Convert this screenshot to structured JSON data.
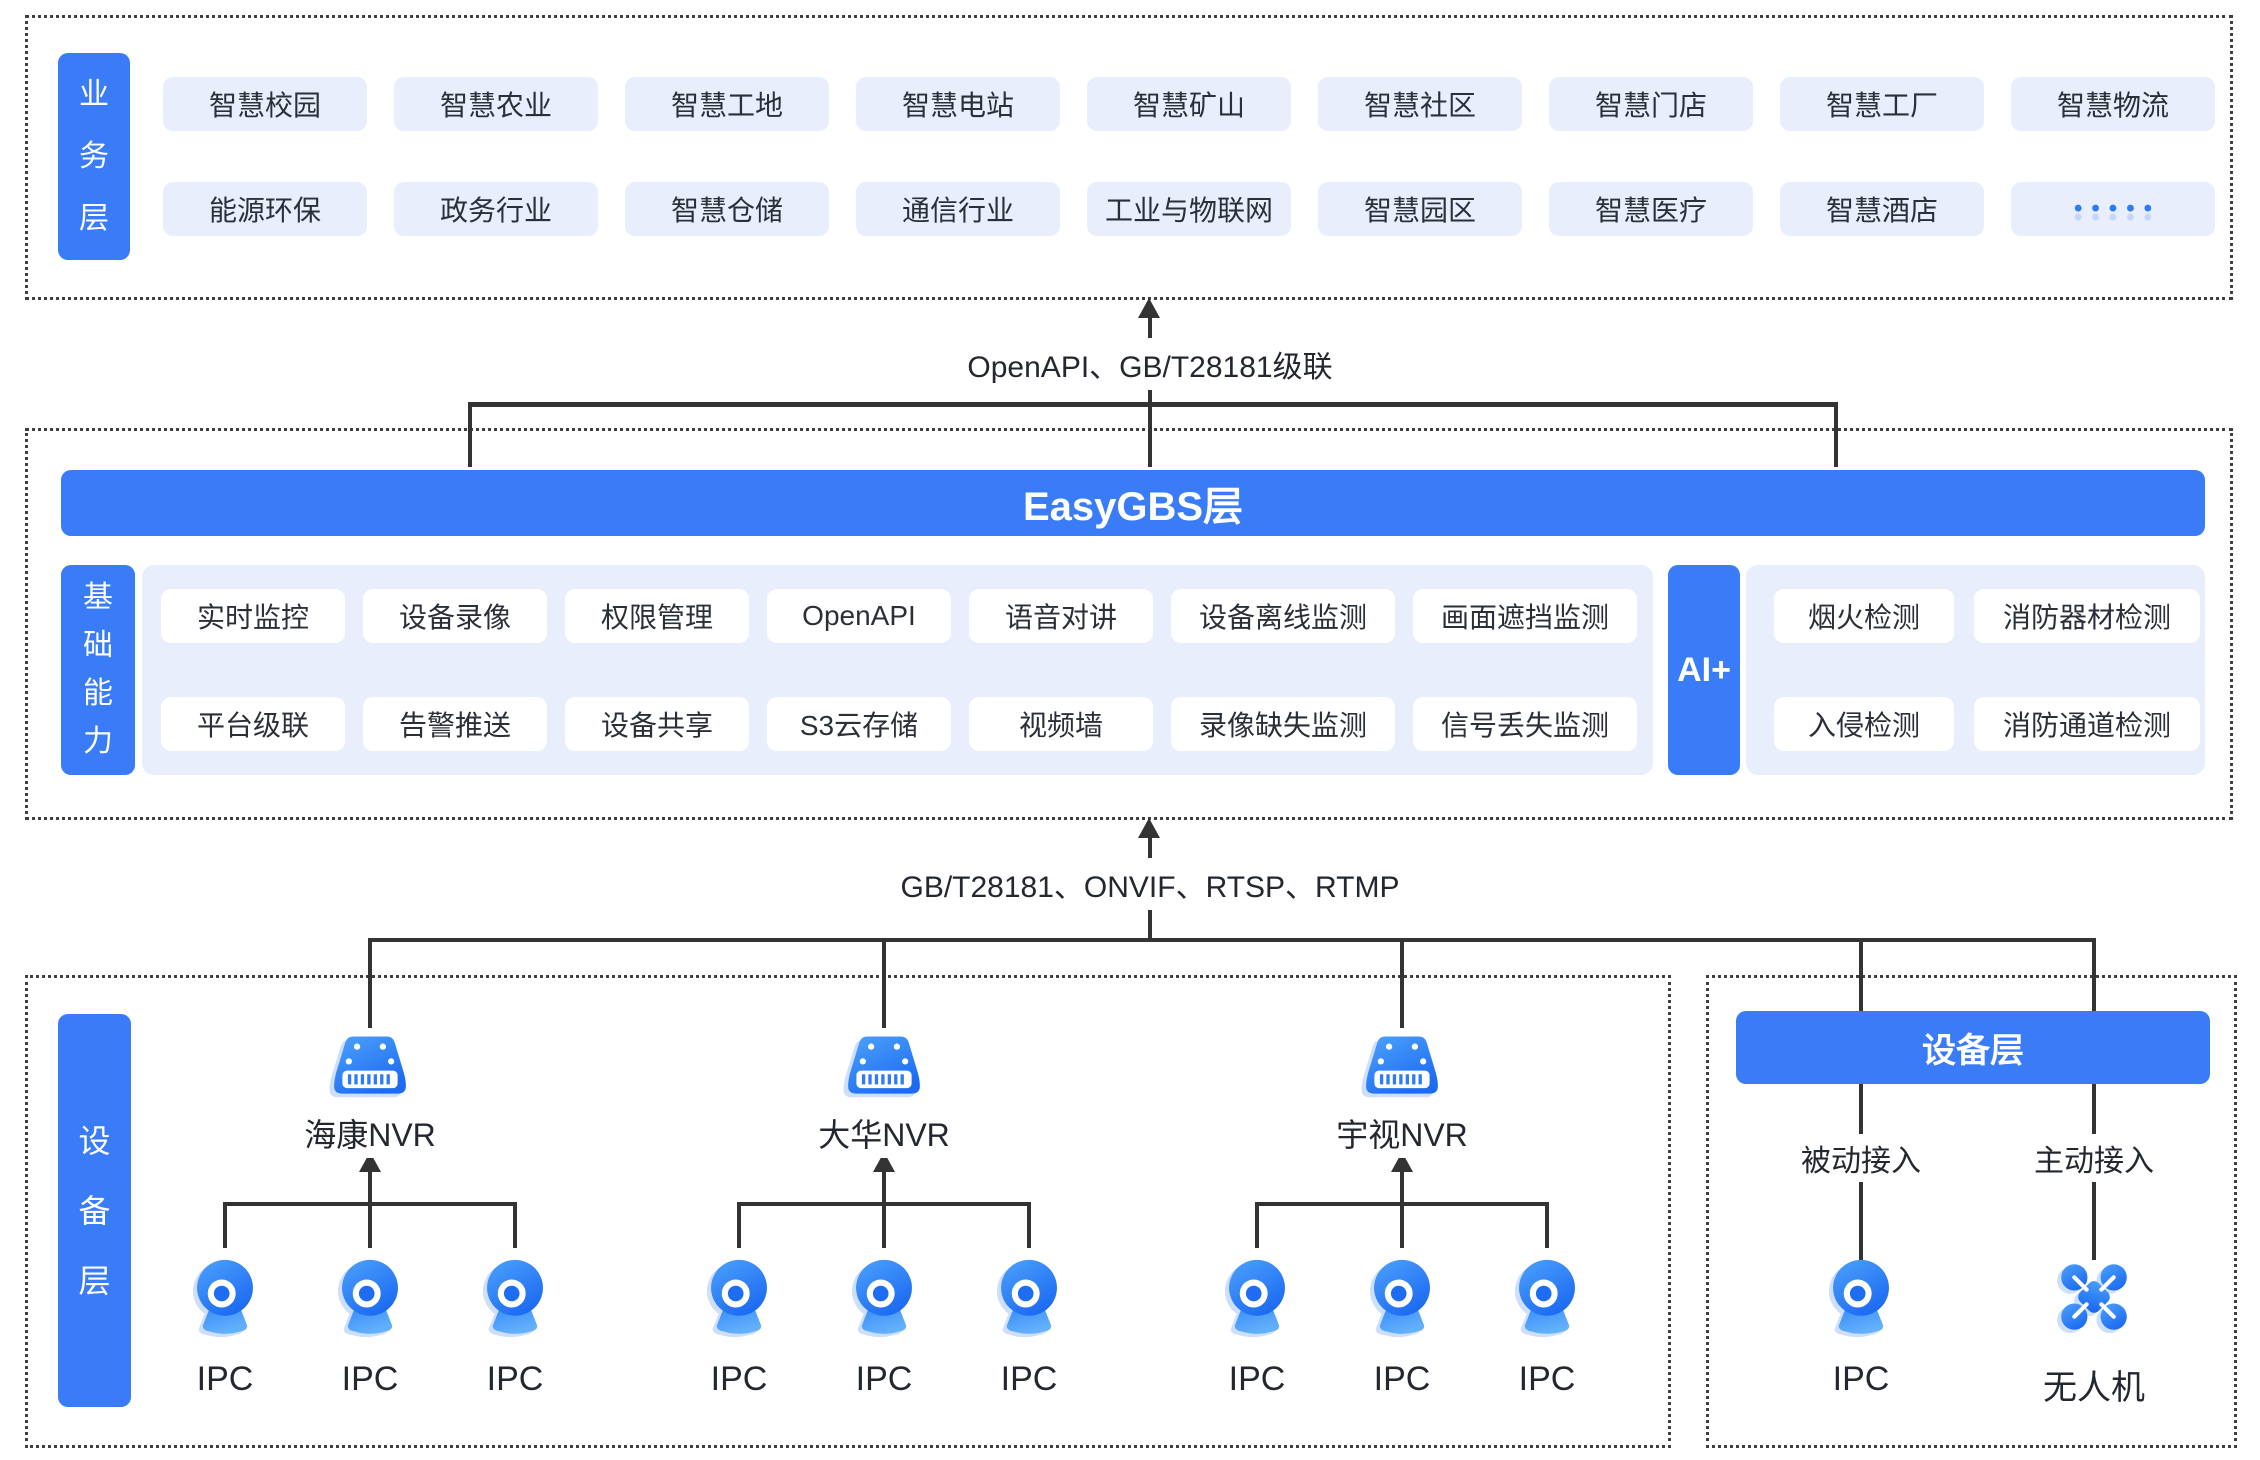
{
  "colors": {
    "accent": "#3a7cf7",
    "panel": "#e9eefc",
    "tag_light": "#e9eefc",
    "tag_white": "#ffffff",
    "line": "#333333",
    "text": "#2b3038",
    "icon_blue_light": "#4da2fb",
    "icon_blue_deep": "#1d6bf2",
    "icon_shadow": "#cddffc"
  },
  "business": {
    "label_chars": [
      "业",
      "务",
      "层"
    ],
    "rows": [
      [
        "智慧校园",
        "智慧农业",
        "智慧工地",
        "智慧电站",
        "智慧矿山",
        "智慧社区",
        "智慧门店",
        "智慧工厂",
        "智慧物流"
      ],
      [
        "能源环保",
        "政务行业",
        "智慧仓储",
        "通信行业",
        "工业与物联网",
        "智慧园区",
        "智慧医疗",
        "智慧酒店",
        "•••••"
      ]
    ]
  },
  "connectors": {
    "top": "OpenAPI、GB/T28181级联",
    "bottom": "GB/T28181、ONVIF、RTSP、RTMP"
  },
  "easygbs": {
    "title": "EasyGBS层"
  },
  "capabilities": {
    "label_chars": [
      "基",
      "础",
      "能",
      "力"
    ],
    "rows": [
      [
        "实时监控",
        "设备录像",
        "权限管理",
        "OpenAPI",
        "语音对讲",
        "设备离线监测",
        "画面遮挡监测"
      ],
      [
        "平台级联",
        "告警推送",
        "设备共享",
        "S3云存储",
        "视频墙",
        "录像缺失监测",
        "信号丢失监测"
      ]
    ]
  },
  "ai": {
    "label": "AI+",
    "rows": [
      [
        "烟火检测",
        "消防器材检测"
      ],
      [
        "入侵检测",
        "消防通道检测"
      ]
    ]
  },
  "left_device": {
    "label_chars": [
      "设",
      "备",
      "层"
    ],
    "groups": [
      {
        "name": "海康NVR",
        "cameras": [
          "IPC",
          "IPC",
          "IPC"
        ]
      },
      {
        "name": "大华NVR",
        "cameras": [
          "IPC",
          "IPC",
          "IPC"
        ]
      },
      {
        "name": "宇视NVR",
        "cameras": [
          "IPC",
          "IPC",
          "IPC"
        ]
      }
    ]
  },
  "right_device": {
    "title": "设备层",
    "columns": [
      {
        "mode": "被动接入",
        "device": "IPC"
      },
      {
        "mode": "主动接入",
        "device": "无人机"
      }
    ]
  }
}
